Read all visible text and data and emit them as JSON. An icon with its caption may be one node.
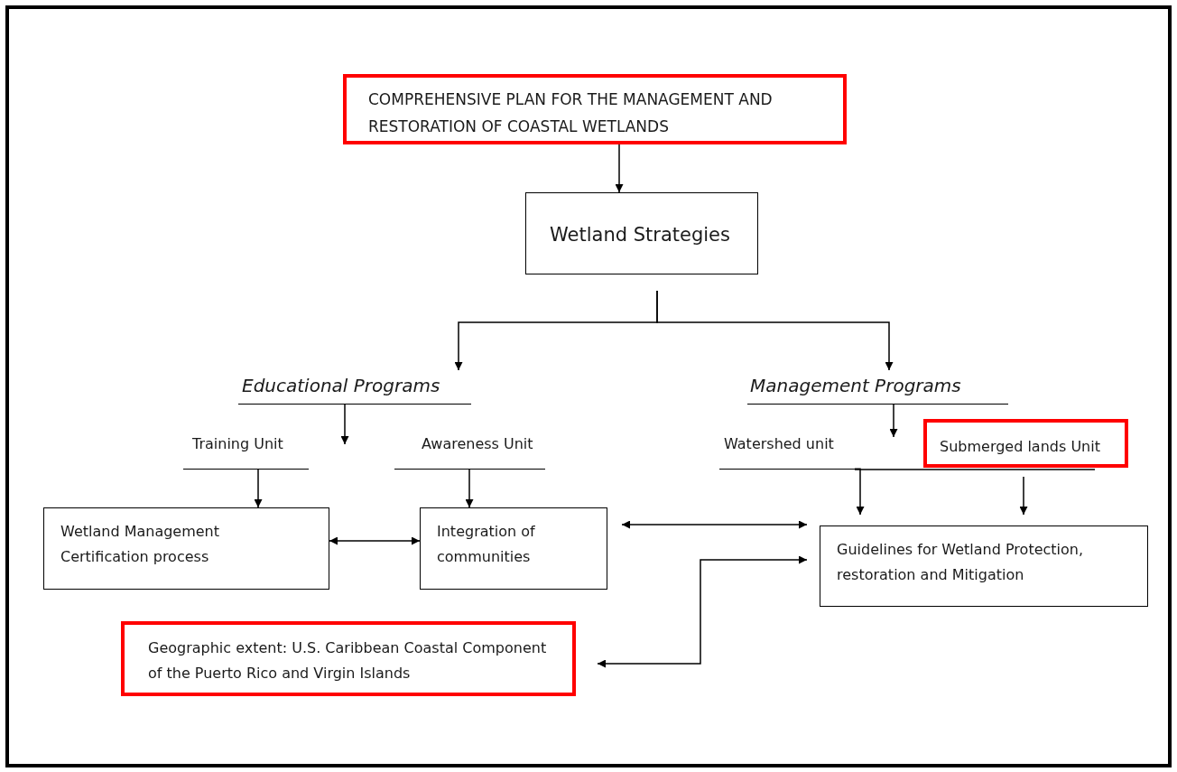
{
  "diagram": {
    "nodes": [
      {
        "text": [
          "COMPREHENSIVE PLAN FOR THE MANAGEMENT AND RESTORATION OF COASTAL WETLANDS"
        ]
      },
      {
        "text": [
          "Wetland Strategies"
        ]
      },
      {
        "text": [
          "Educational Programs"
        ]
      },
      {
        "text": [
          "Management Programs"
        ]
      },
      {
        "text": [
          "Training Unit"
        ]
      },
      {
        "text": [
          "Awareness Unit"
        ]
      },
      {
        "text": [
          "Watershed unit"
        ]
      },
      {
        "text": [
          "Submerged lands Unit"
        ]
      },
      {
        "text": [
          "Wetland Management Certification process"
        ]
      },
      {
        "text": [
          "Integration of communities"
        ]
      },
      {
        "text": [
          "Guidelines for Wetland Protection, restoration and Mitigation"
        ]
      },
      {
        "text": [
          "Geographic extent: U.S. Caribbean Coastal Component of the  Puerto Rico and Virgin Islands"
        ]
      }
    ],
    "edges": [
      {
        "from": 0,
        "to": 1,
        "arrow": "to"
      },
      {
        "from": 1,
        "to": 2,
        "arrow": "to"
      },
      {
        "from": 1,
        "to": 3,
        "arrow": "to"
      },
      {
        "from": 2,
        "to": null,
        "arrow": "to"
      },
      {
        "from": 3,
        "to": 7,
        "arrow": "to"
      },
      {
        "from": 4,
        "to": 8,
        "arrow": "to"
      },
      {
        "from": 5,
        "to": 9,
        "arrow": "to"
      },
      {
        "from": 6,
        "to": 10,
        "arrow": "to"
      },
      {
        "from": 7,
        "to": 10,
        "arrow": "to"
      },
      {
        "from": 8,
        "to": 9,
        "arrow": "both"
      },
      {
        "from": 9,
        "to": 10,
        "arrow": "both"
      },
      {
        "from": 10,
        "to": 11,
        "arrow": "both"
      }
    ]
  }
}
